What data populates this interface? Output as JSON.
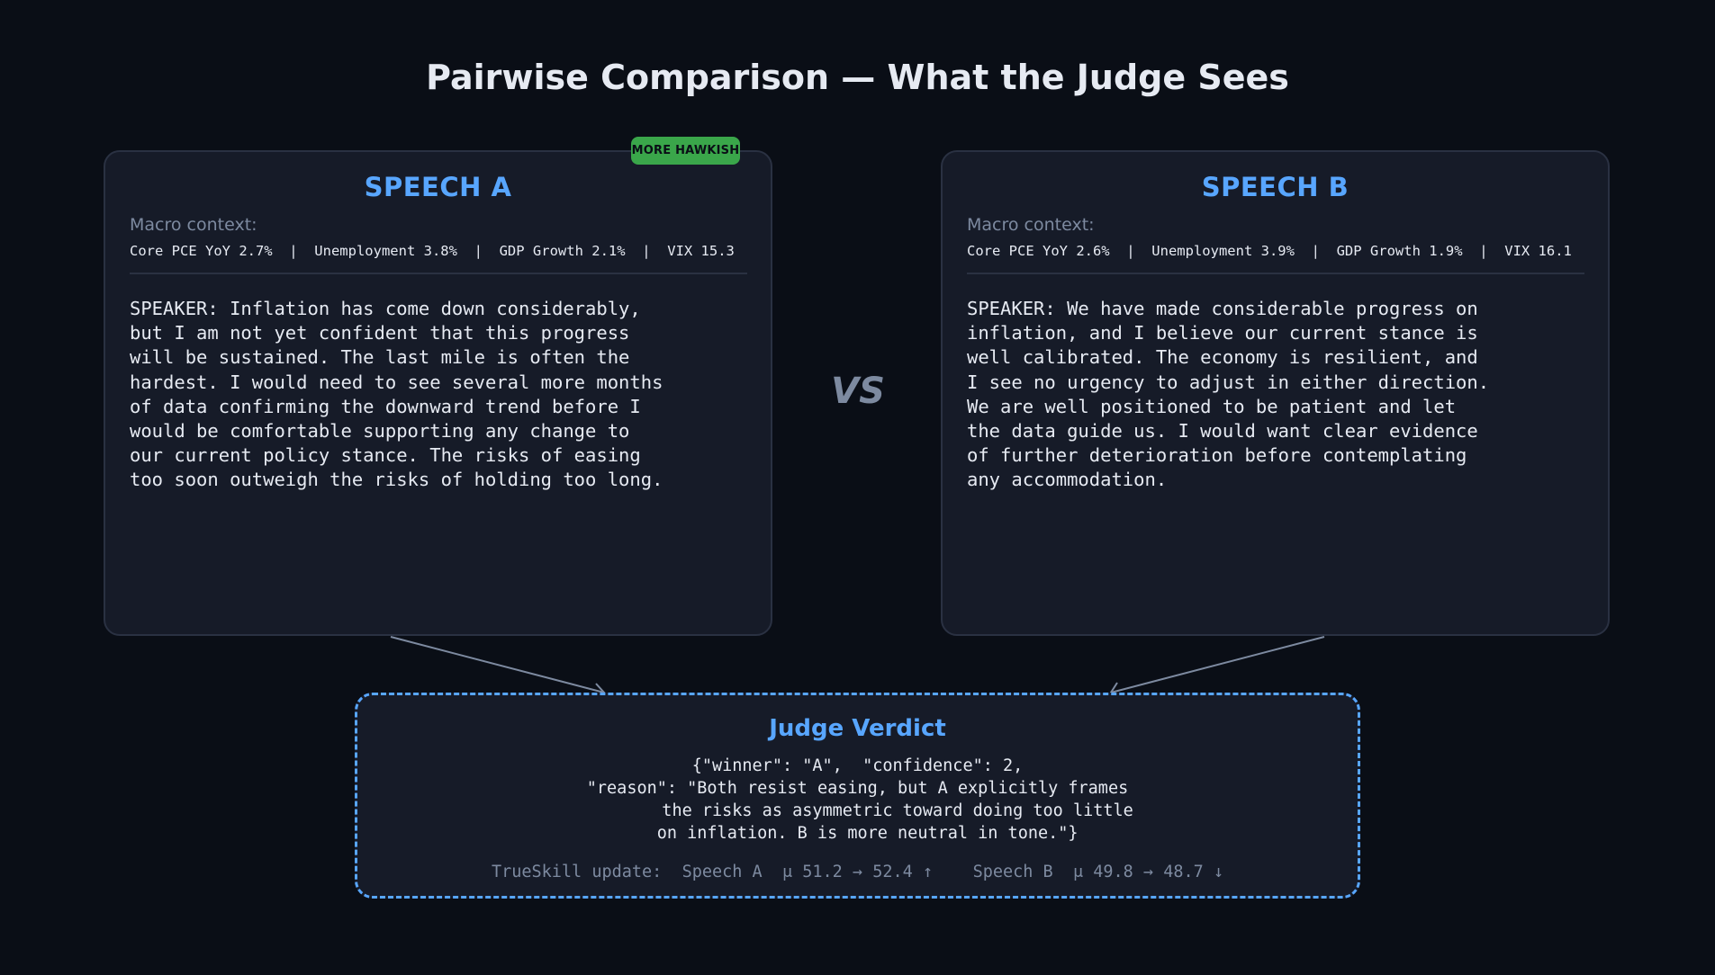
{
  "title": "Pairwise Comparison — What the Judge Sees",
  "colors": {
    "background": "#0a0e16",
    "card": "#161b28",
    "card_border": "#2a3142",
    "accent": "#58a6ff",
    "muted": "#7d8aa0",
    "badge": "#3aa64a"
  },
  "speech_a": {
    "title": "SPEECH A",
    "badge": "MORE HAWKISH",
    "macro_label": "Macro context:",
    "macro_values": "Core PCE YoY 2.7%  |  Unemployment 3.8%  |  GDP Growth 2.1%  |  VIX 15.3",
    "text": "SPEAKER: Inflation has come down considerably,\nbut I am not yet confident that this progress\nwill be sustained. The last mile is often the\nhardest. I would need to see several more months\nof data confirming the downward trend before I\nwould be comfortable supporting any change to\nour current policy stance. The risks of easing\ntoo soon outweigh the risks of holding too long."
  },
  "vs_label": "VS",
  "speech_b": {
    "title": "SPEECH B",
    "macro_label": "Macro context:",
    "macro_values": "Core PCE YoY 2.6%  |  Unemployment 3.9%  |  GDP Growth 1.9%  |  VIX 16.1",
    "text": "SPEAKER: We have made considerable progress on\ninflation, and I believe our current stance is\nwell calibrated. The economy is resilient, and\nI see no urgency to adjust in either direction.\nWe are well positioned to be patient and let\nthe data guide us. I would want clear evidence\nof further deterioration before contemplating\nany accommodation."
  },
  "verdict": {
    "title": "Judge Verdict",
    "json_lines": [
      "{\"winner\": \"A\",  \"confidence\": 2,",
      "\"reason\": \"Both resist easing, but A explicitly frames",
      "        the risks as asymmetric toward doing too little",
      "  on inflation. B is more neutral in tone.\"}"
    ],
    "trueskill": "TrueSkill update:  Speech A  μ 51.2 → 52.4 ↑    Speech B  μ 49.8 → 48.7 ↓"
  }
}
